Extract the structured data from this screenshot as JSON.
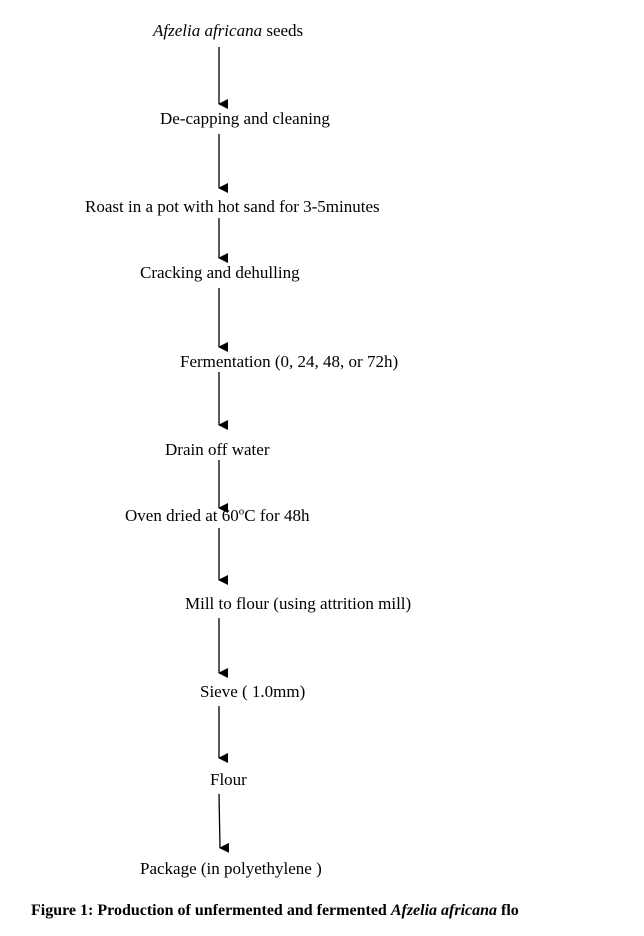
{
  "flowchart": {
    "steps": {
      "s0_italic": "Afzelia africana",
      "s0_rest": " seeds",
      "s1": "De-capping and cleaning",
      "s2": "Roast in a pot with hot sand for 3-5minutes",
      "s3": "Cracking and dehulling",
      "s4": "Fermentation (0, 24, 48, or 72h)",
      "s5": "Drain off water",
      "s6_pre": "Oven dried at 60",
      "s6_sup": "o",
      "s6_post": "C for 48h",
      "s7": "Mill to flour (using attrition mill)",
      "s8": "Sieve ( 1.0mm)",
      "s9": "Flour",
      "s10": "Package (in polyethylene )"
    }
  },
  "caption": {
    "prefix": "Figure 1: Production of unfermented and fermented ",
    "italic": "Afzelia africana",
    "suffix": " flo"
  }
}
